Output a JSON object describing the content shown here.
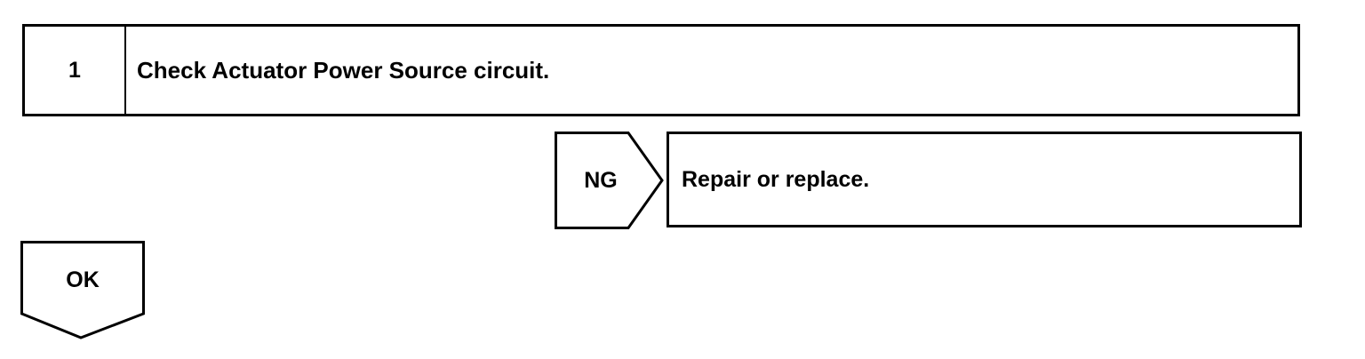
{
  "step": {
    "number": "1",
    "title": "Check Actuator Power Source circuit."
  },
  "ng_branch": {
    "label": "NG",
    "result": "Repair or replace."
  },
  "ok_branch": {
    "label": "OK"
  }
}
